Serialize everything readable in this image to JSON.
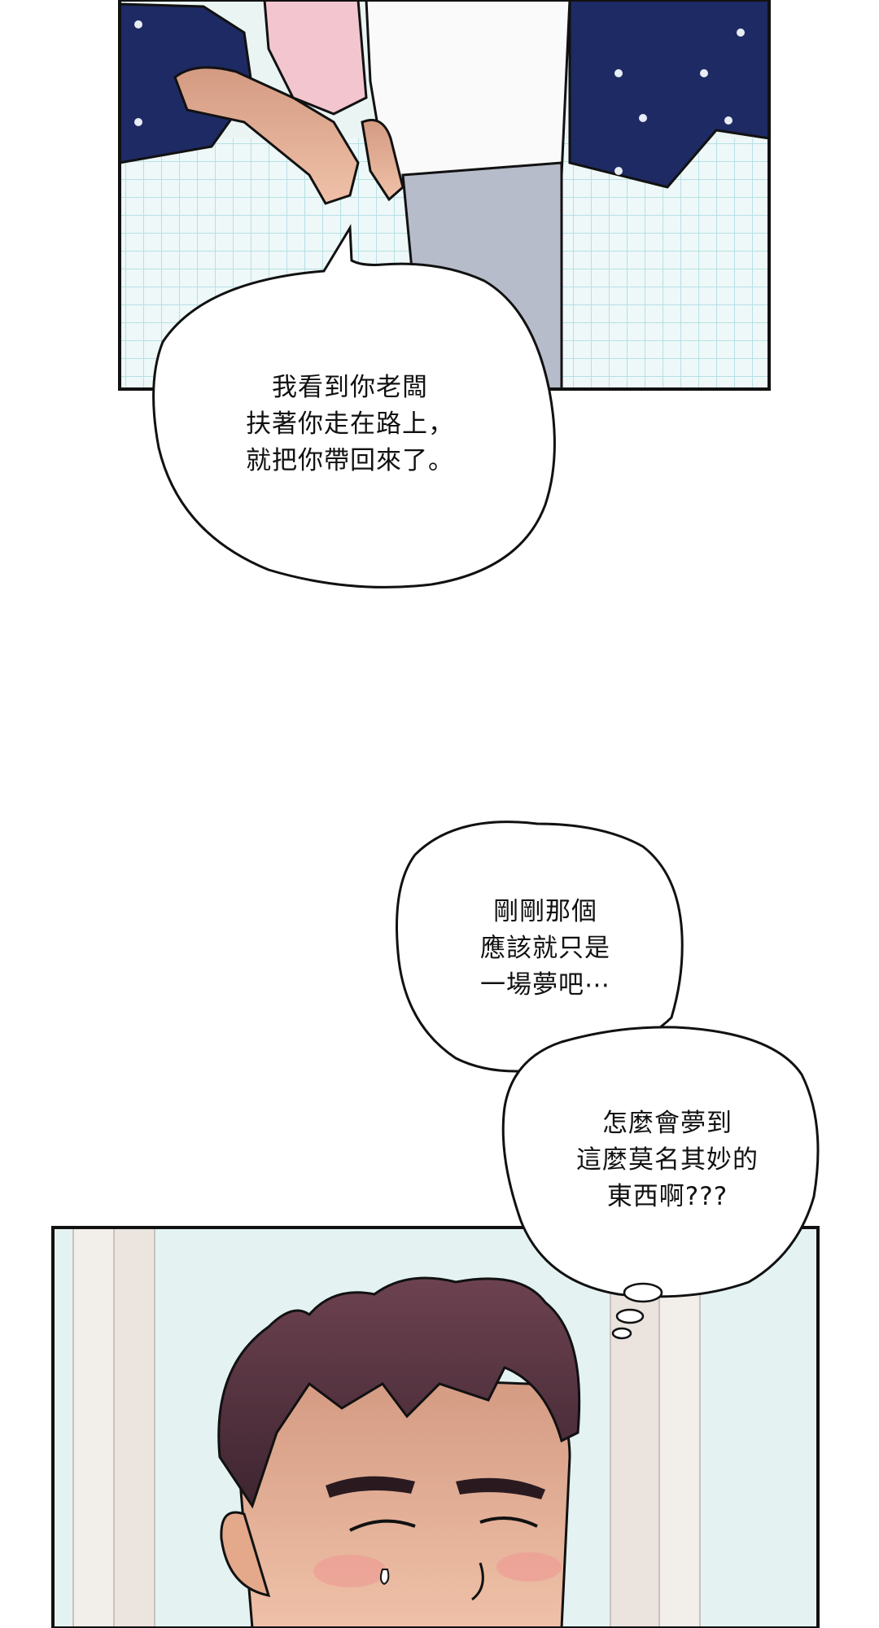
{
  "page": {
    "panels": [
      {
        "id": "panel-1",
        "bubble": {
          "lines": "我看到你老闆\n扶著你走在路上，\n就把你帶回來了。"
        }
      },
      {
        "id": "panel-2",
        "thought_bubble_1": {
          "lines": "剛剛那個\n應該就只是\n一場夢吧⋯"
        },
        "thought_bubble_2": {
          "lines": "怎麼會夢到\n這麼莫名其妙的\n東西啊???"
        }
      }
    ],
    "colors": {
      "navy_fabric": "#1d2a63",
      "tile_bg": "#eef8f8",
      "tile_grid": "#b7e0e6",
      "skin": "#e4a98a",
      "hair": "#5a3540",
      "shirt_white": "#fafafa",
      "shirt_pink": "#f3c6cf",
      "pants_gray": "#b7bccb",
      "ink": "#111111",
      "window_bg": "#dfeff0"
    }
  }
}
